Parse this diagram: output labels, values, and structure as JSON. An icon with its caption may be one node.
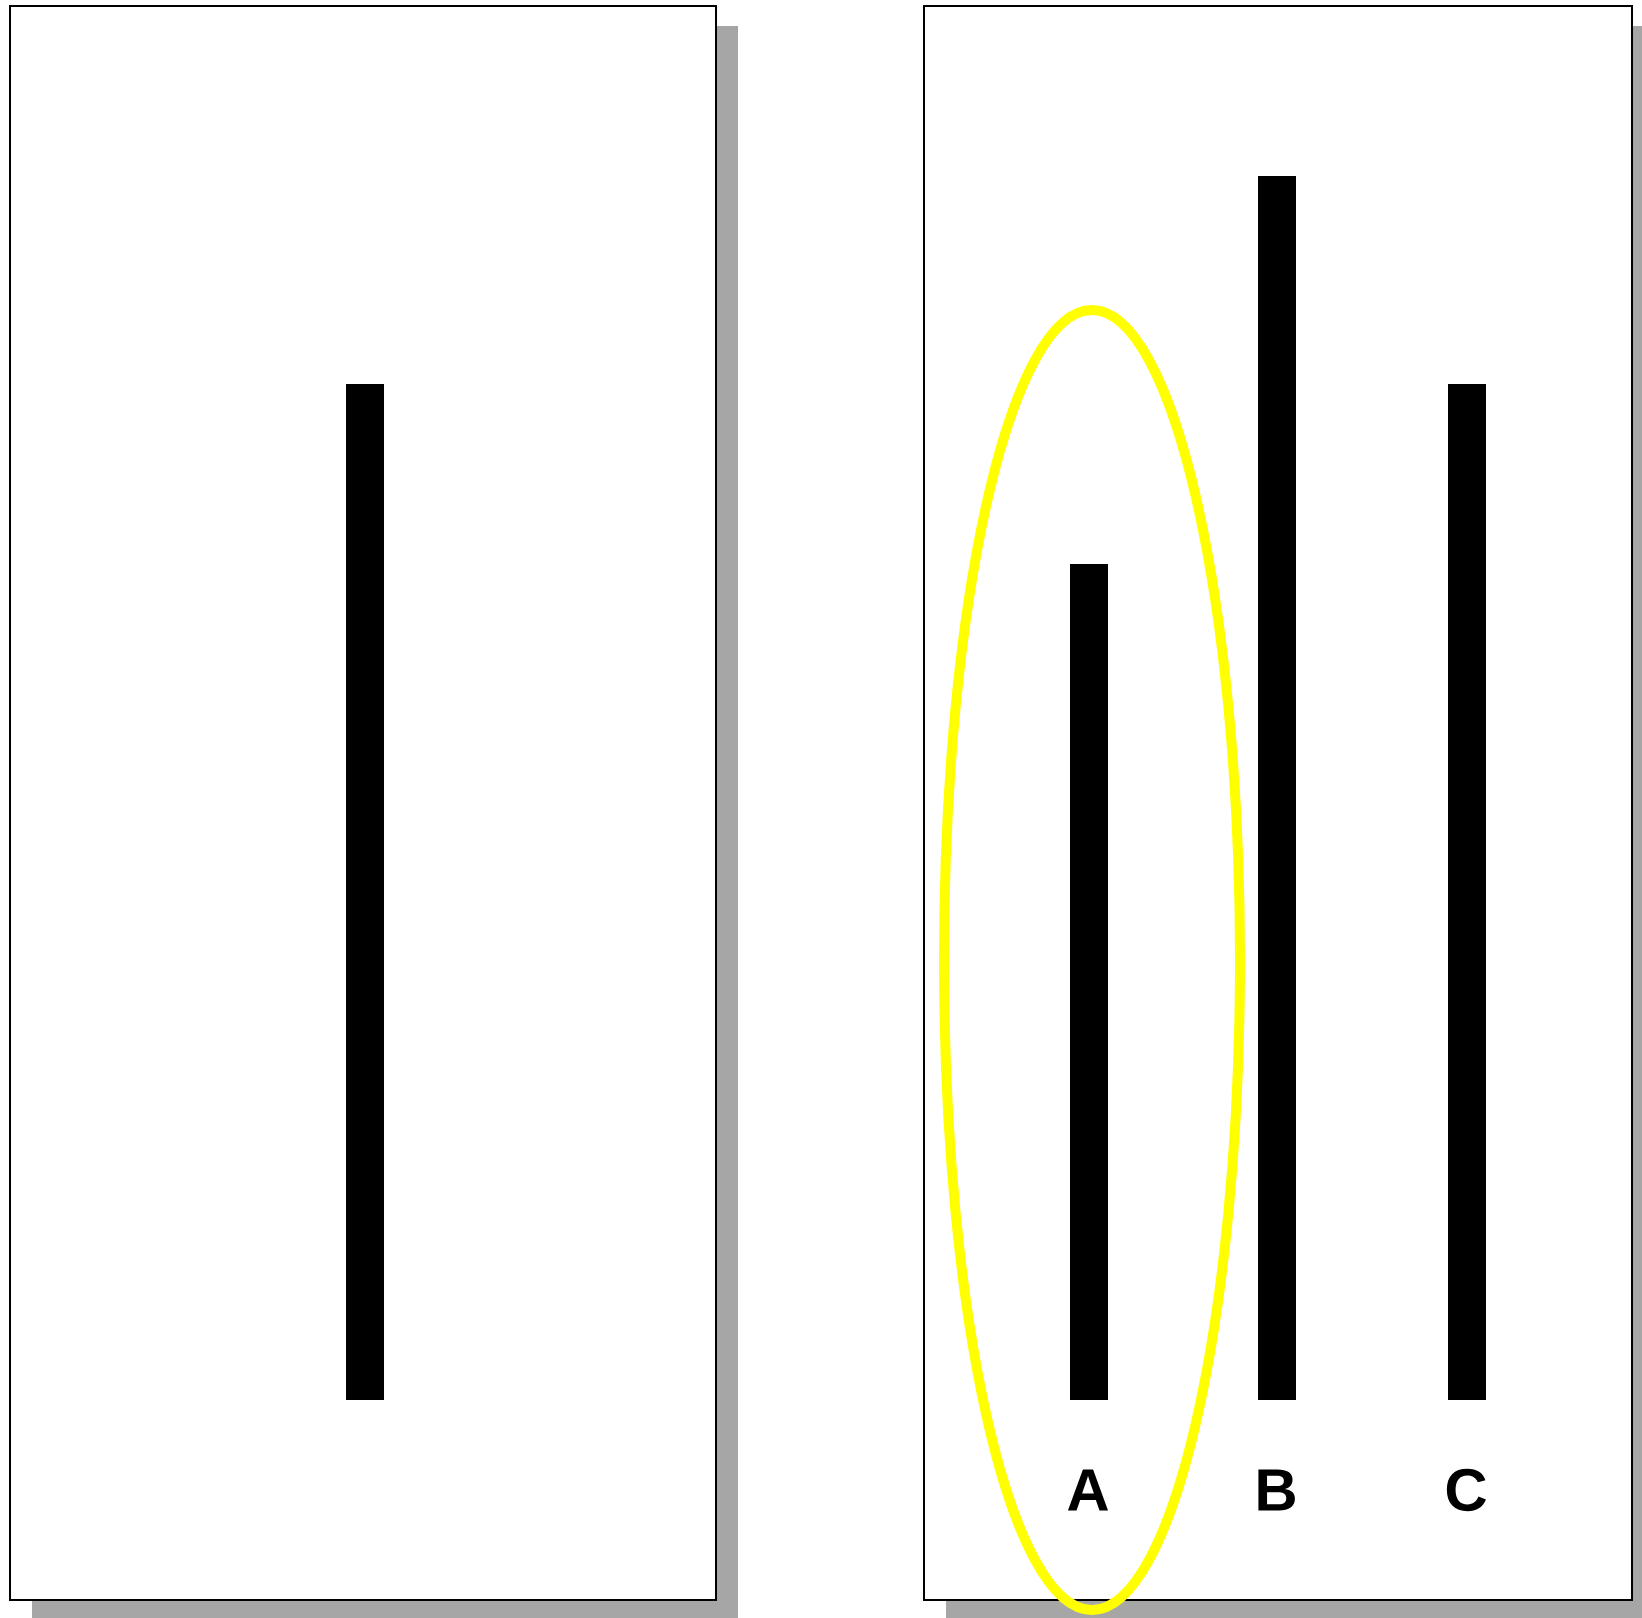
{
  "diagram": {
    "nodes": [
      {
        "text": [],
        "shape": "box"
      },
      {
        "text": [],
        "shape": "bar",
        "in": 0
      },
      {
        "text": [],
        "shape": "box"
      },
      {
        "text": [],
        "shape": "bar",
        "in": 2
      },
      {
        "text": [],
        "shape": "bar",
        "in": 2
      },
      {
        "text": [],
        "shape": "bar",
        "in": 2
      }
    ],
    "labels": [
      "A",
      "B",
      "C"
    ]
  }
}
